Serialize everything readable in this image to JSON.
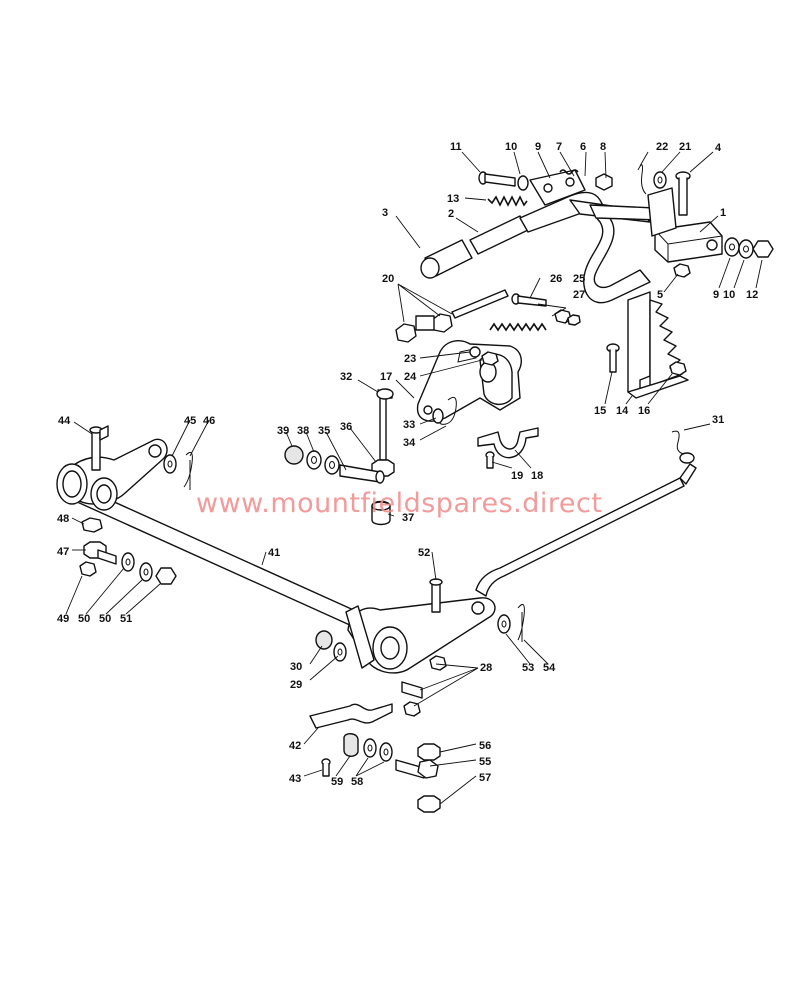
{
  "watermark": "www.mountfieldspares.direct",
  "callouts": [
    {
      "id": "c1",
      "text": "1"
    },
    {
      "id": "c2",
      "text": "2"
    },
    {
      "id": "c3",
      "text": "3"
    },
    {
      "id": "c4",
      "text": "4"
    },
    {
      "id": "c5",
      "text": "5"
    },
    {
      "id": "c6",
      "text": "6"
    },
    {
      "id": "c7",
      "text": "7"
    },
    {
      "id": "c8",
      "text": "8"
    },
    {
      "id": "c9a",
      "text": "9"
    },
    {
      "id": "c9b",
      "text": "9"
    },
    {
      "id": "c10a",
      "text": "10"
    },
    {
      "id": "c10b",
      "text": "10"
    },
    {
      "id": "c11",
      "text": "11"
    },
    {
      "id": "c12",
      "text": "12"
    },
    {
      "id": "c13",
      "text": "13"
    },
    {
      "id": "c14",
      "text": "14"
    },
    {
      "id": "c15",
      "text": "15"
    },
    {
      "id": "c16",
      "text": "16"
    },
    {
      "id": "c17",
      "text": "17"
    },
    {
      "id": "c18",
      "text": "18"
    },
    {
      "id": "c19",
      "text": "19"
    },
    {
      "id": "c20",
      "text": "20"
    },
    {
      "id": "c21",
      "text": "21"
    },
    {
      "id": "c22",
      "text": "22"
    },
    {
      "id": "c23",
      "text": "23"
    },
    {
      "id": "c24",
      "text": "24"
    },
    {
      "id": "c25",
      "text": "25"
    },
    {
      "id": "c26",
      "text": "26"
    },
    {
      "id": "c27",
      "text": "27"
    },
    {
      "id": "c28",
      "text": "28"
    },
    {
      "id": "c29",
      "text": "29"
    },
    {
      "id": "c30",
      "text": "30"
    },
    {
      "id": "c31",
      "text": "31"
    },
    {
      "id": "c32",
      "text": "32"
    },
    {
      "id": "c33",
      "text": "33"
    },
    {
      "id": "c34",
      "text": "34"
    },
    {
      "id": "c35",
      "text": "35"
    },
    {
      "id": "c36",
      "text": "36"
    },
    {
      "id": "c37",
      "text": "37"
    },
    {
      "id": "c38",
      "text": "38"
    },
    {
      "id": "c39",
      "text": "39"
    },
    {
      "id": "c41",
      "text": "41"
    },
    {
      "id": "c42",
      "text": "42"
    },
    {
      "id": "c43",
      "text": "43"
    },
    {
      "id": "c44",
      "text": "44"
    },
    {
      "id": "c45",
      "text": "45"
    },
    {
      "id": "c46",
      "text": "46"
    },
    {
      "id": "c47",
      "text": "47"
    },
    {
      "id": "c48",
      "text": "48"
    },
    {
      "id": "c49",
      "text": "49"
    },
    {
      "id": "c50a",
      "text": "50"
    },
    {
      "id": "c50b",
      "text": "50"
    },
    {
      "id": "c51",
      "text": "51"
    },
    {
      "id": "c52",
      "text": "52"
    },
    {
      "id": "c53",
      "text": "53"
    },
    {
      "id": "c54",
      "text": "54"
    },
    {
      "id": "c55",
      "text": "55"
    },
    {
      "id": "c56",
      "text": "56"
    },
    {
      "id": "c57",
      "text": "57"
    },
    {
      "id": "c58",
      "text": "58"
    },
    {
      "id": "c59",
      "text": "59"
    }
  ]
}
